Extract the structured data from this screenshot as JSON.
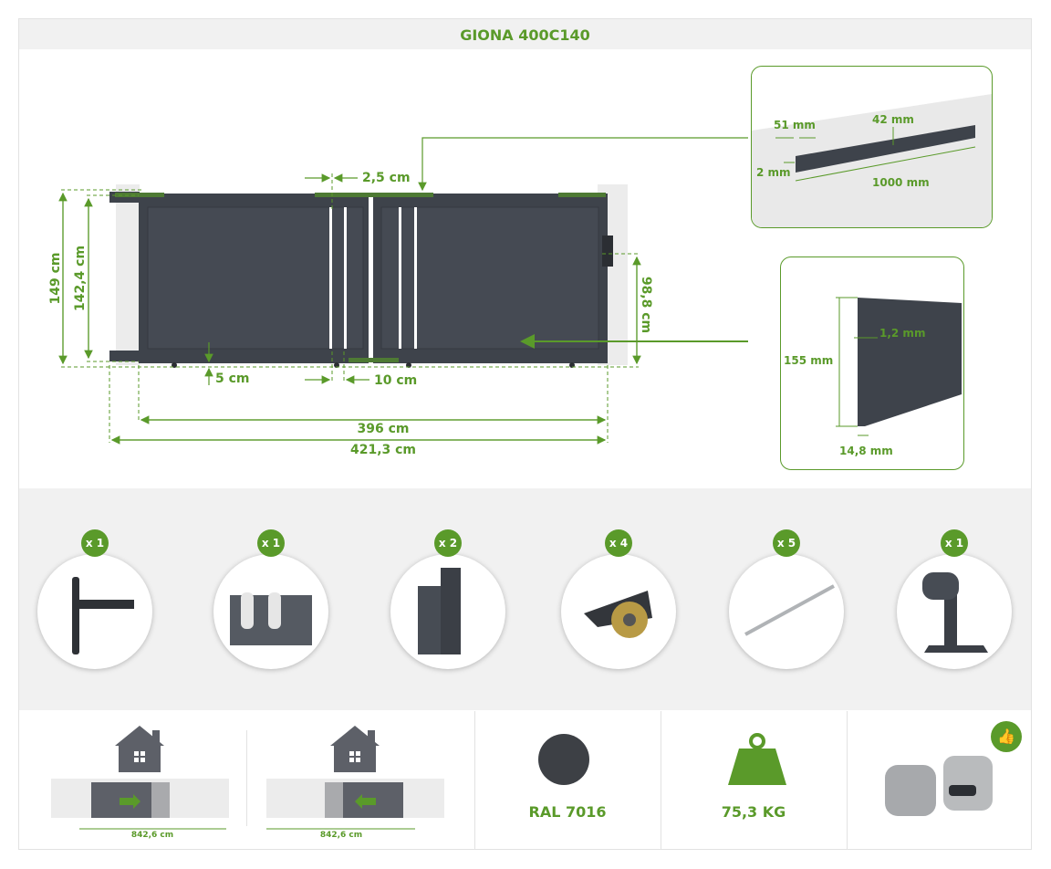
{
  "title": "GIONA 400C140",
  "gate_dimensions": {
    "total_height": "149 cm",
    "leaf_height": "142,4 cm",
    "gap_top": "2,5 cm",
    "ground_clearance": "5 cm",
    "leaf_gap": "10 cm",
    "gate_width": "396 cm",
    "total_width": "421,3 cm",
    "lock_height": "98,8 cm"
  },
  "top_profile": {
    "width": "51 mm",
    "depth": "42 mm",
    "thickness": "2 mm",
    "length": "1000 mm"
  },
  "panel_profile": {
    "thickness": "1,2 mm",
    "height": "155 mm",
    "depth": "14,8 mm"
  },
  "accessories": [
    {
      "name": "handle",
      "qty": "x 1"
    },
    {
      "name": "guide-roller",
      "qty": "x 1"
    },
    {
      "name": "bracket",
      "qty": "x 2"
    },
    {
      "name": "wheel",
      "qty": "x 4"
    },
    {
      "name": "rail",
      "qty": "x 5"
    },
    {
      "name": "end-stop",
      "qty": "x 1"
    }
  ],
  "opening": {
    "right_width": "842,6 cm",
    "left_width": "842,6 cm"
  },
  "color": {
    "label": "RAL 7016",
    "swatch": "#3d4045"
  },
  "weight": {
    "label": "75,3 KG"
  },
  "colors": {
    "accent": "#5a9a2a",
    "gate": "#3e434b"
  }
}
